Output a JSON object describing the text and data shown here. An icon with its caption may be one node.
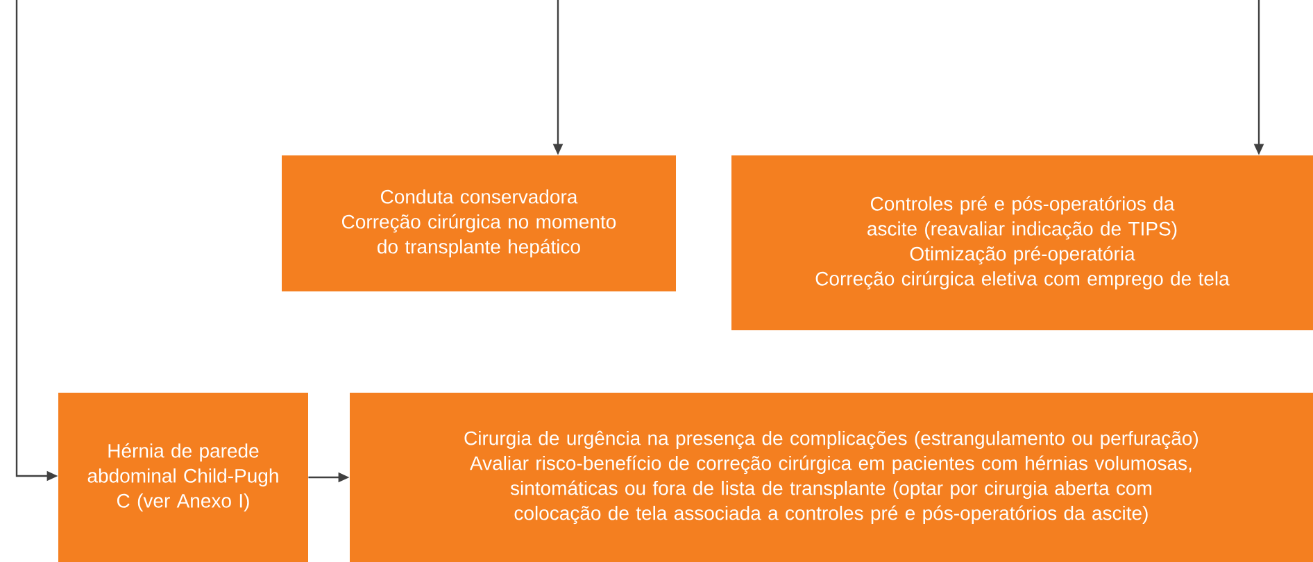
{
  "diagram": {
    "nodes": [
      {
        "text": [
          "Conduta conservadora",
          "Correção cirúrgica no momento do transplante hepático"
        ]
      },
      {
        "text": [
          "Controles pré e pós-operatórios da ascite (reavaliar indicação de TIPS)",
          "Otimização pré-operatória",
          "Correção cirúrgica eletiva com emprego de tela"
        ]
      },
      {
        "text": [
          "Hérnia de parede abdominal Child-Pugh C (ver Anexo I)"
        ]
      },
      {
        "text": [
          "Cirurgia de urgência na presença de complicações (estrangulamento ou perfuração)",
          "Avaliar risco-benefício de correção cirúrgica em pacientes com hérnias volumosas, sintomáticas ou fora de lista de transplante (optar por cirurgia aberta com colocação de tela associada a controles pré e pós-operatórios da ascite)"
        ]
      }
    ],
    "edges": [
      {
        "from": null,
        "to": 0,
        "arrow": "to"
      },
      {
        "from": null,
        "to": 1,
        "arrow": "to"
      },
      {
        "from": null,
        "to": 2,
        "arrow": "to"
      },
      {
        "from": 2,
        "to": 3,
        "arrow": "to"
      }
    ]
  }
}
